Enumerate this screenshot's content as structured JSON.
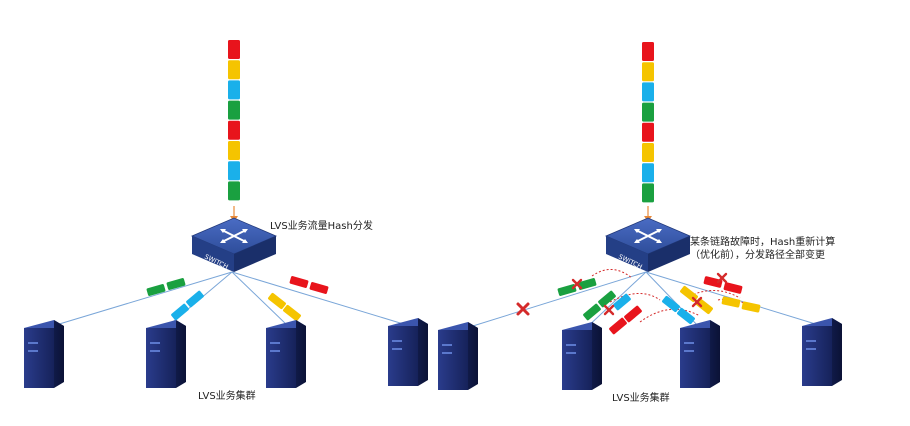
{
  "left_panel": {
    "switch_label": "SWITCH",
    "caption_hash": "LVS业务流量Hash分发",
    "caption_cluster": "LVS业务集群",
    "packet_stream": [
      "red",
      "yellow",
      "blue",
      "green",
      "red",
      "yellow",
      "blue",
      "green"
    ]
  },
  "right_panel": {
    "switch_label": "SWITCH",
    "caption_fault_line1": "某条链路故障时，Hash重新计算",
    "caption_fault_line2": "（优化前），分发路径全部变更",
    "caption_cluster": "LVS业务集群",
    "packet_stream": [
      "red",
      "yellow",
      "blue",
      "green",
      "red",
      "yellow",
      "blue",
      "green"
    ]
  },
  "colors": {
    "red": "#e8141c",
    "yellow": "#f5c400",
    "blue": "#1ab0ea",
    "green": "#1aa040",
    "link": "#7aa6d8",
    "switch": "#2e4d9a",
    "server": "#1d2b6e",
    "fault_mark": "#d42a2a"
  },
  "icons": {
    "switch": "network-switch-icon",
    "server": "server-icon",
    "fault": "fault-x-icon"
  }
}
